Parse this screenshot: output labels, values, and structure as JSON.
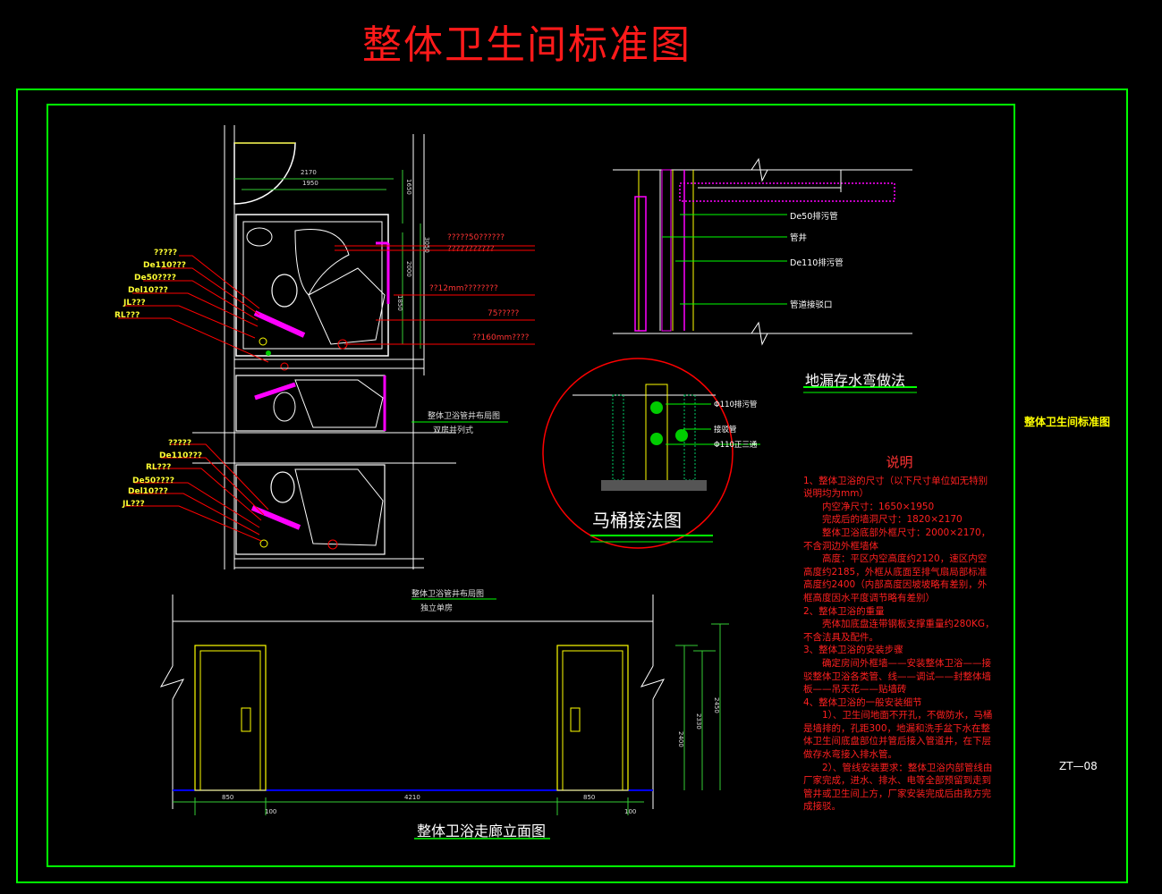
{
  "drawing": {
    "main_title": "整体卫生间标准图",
    "side_title": "整体卫生间标准图",
    "sheet_number": "ZT—08"
  },
  "plan_upper": {
    "labels": [
      "?????",
      "De110???",
      "De50????",
      "Del10???",
      "JL???",
      "RL???"
    ],
    "right_labels": [
      "?????50??????",
      "???????????",
      "??12mm????????",
      "75?????",
      "??160mm????"
    ],
    "dims": [
      "2170",
      "1950",
      "1650",
      "3050",
      "2000",
      "1850"
    ],
    "caption": "整体卫浴管井布局图",
    "sub_caption": "双房并列式"
  },
  "plan_lower": {
    "labels": [
      "?????",
      "De110???",
      "RL???",
      "De50????",
      "Del10???",
      "JL???"
    ],
    "caption": "整体卫浴管井布局图",
    "sub_caption": "独立单房"
  },
  "trap_detail": {
    "labels": [
      "De50排污管",
      "管井",
      "De110排污管",
      "管道接驳口"
    ],
    "title": "地漏存水弯做法"
  },
  "toilet_detail": {
    "labels": [
      "Φ110排污管",
      "接驳管",
      "Φ110正三通"
    ],
    "title": "马桶接法图"
  },
  "elevation": {
    "title": "整体卫浴走廊立面图",
    "dims_bottom": [
      "850",
      "4210",
      "850"
    ],
    "dims_side": [
      "2400",
      "2330",
      "2450"
    ],
    "small_dims": [
      "100",
      "100"
    ]
  },
  "notes": {
    "title": "说明",
    "lines": [
      "1、整体卫浴的尺寸（以下尺寸单位如无特别说明均为mm）",
      "　　内空净尺寸：1650×1950",
      "　　完成后的墙洞尺寸：1820×2170",
      "　　整体卫浴底部外框尺寸：2000×2170，不含洞边外框墙体",
      "　　高度：平区内空高度约2120，速区内空高度约2185，外框从底面至排气扇局部标准高度约2400（内部高度因坡坡略有差别，外框高度因水平度调节略有差别）",
      "2、整体卫浴的重量",
      "　　壳体加底盘连带钢板支撑重量约280KG，不含洁具及配件。",
      "3、整体卫浴的安装步骤",
      "　　确定房间外框墙——安装整体卫浴——接驳整体卫浴各类管、线——调试——封整体墙板——吊天花——贴墙砖",
      "",
      "4、整体卫浴的一般安装细节",
      "　　1）、卫生间地面不开孔，不做防水，马桶是墙排的，孔距300，地漏和洗手盆下水在整体卫生间底盘部位并管后接入管道井，在下层做存水弯接入排水管。",
      "　　2）、管线安装要求：整体卫浴内部管线由厂家完成，进水、排水、电等全部预留到走到管井或卫生间上方，厂家安装完成后由我方完成接驳。"
    ]
  },
  "colors": {
    "background": "#000000",
    "frame": "#00ff00",
    "walls": "#ffffff",
    "leaders": "#ff0000",
    "pipes": "#ff00ff",
    "doors": "#ffff00",
    "dims": "#33cc33",
    "notes_text": "#ff2020"
  }
}
